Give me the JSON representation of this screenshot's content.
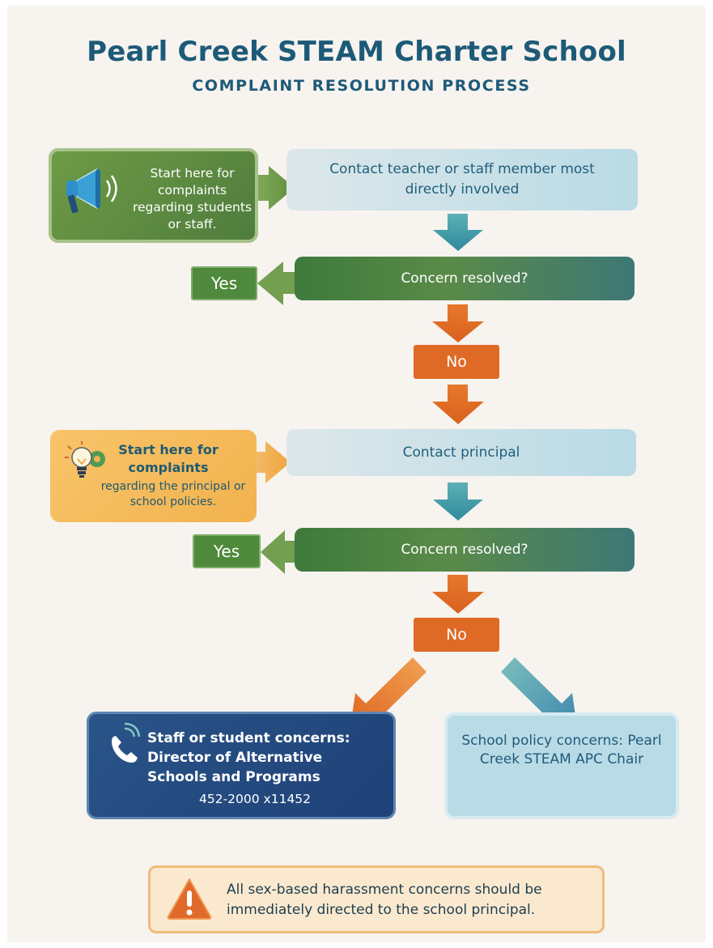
{
  "header": {
    "title": "Pearl Creek STEAM Charter School",
    "subtitle": "COMPLAINT RESOLUTION PROCESS"
  },
  "flow": {
    "start_students_staff": "Start here for complaints regarding students or staff.",
    "contact_teacher": "Contact teacher or staff member most directly involved",
    "concern_resolved_1": "Concern resolved?",
    "yes_1": "Yes",
    "no_1": "No",
    "start_principal_bold": "Start here for complaints",
    "start_principal_rest": "regarding the principal or school policies.",
    "contact_principal": "Contact principal",
    "concern_resolved_2": "Concern resolved?",
    "yes_2": "Yes",
    "no_2": "No",
    "director_title": "Staff or student concerns: Director of Alternative Schools and Programs",
    "director_phone": "452-2000 x11452",
    "policy_concerns": "School policy concerns: Pearl Creek STEAM APC Chair",
    "harassment_note": "All sex-based harassment concerns should be immediately directed to the school principal."
  },
  "icons": {
    "start_students_staff": "megaphone-icon",
    "start_principal": "lightbulb-icon",
    "director": "phone-icon",
    "harassment_note": "warning-icon"
  },
  "colors": {
    "title": "#1d5a78",
    "green": "#4f7d3d",
    "orange": "#de6a25",
    "teal": "#3f9aa8",
    "blue_dark": "#1e4178",
    "light_blue": "#b9dbe5",
    "yellow": "#f2b24e"
  }
}
